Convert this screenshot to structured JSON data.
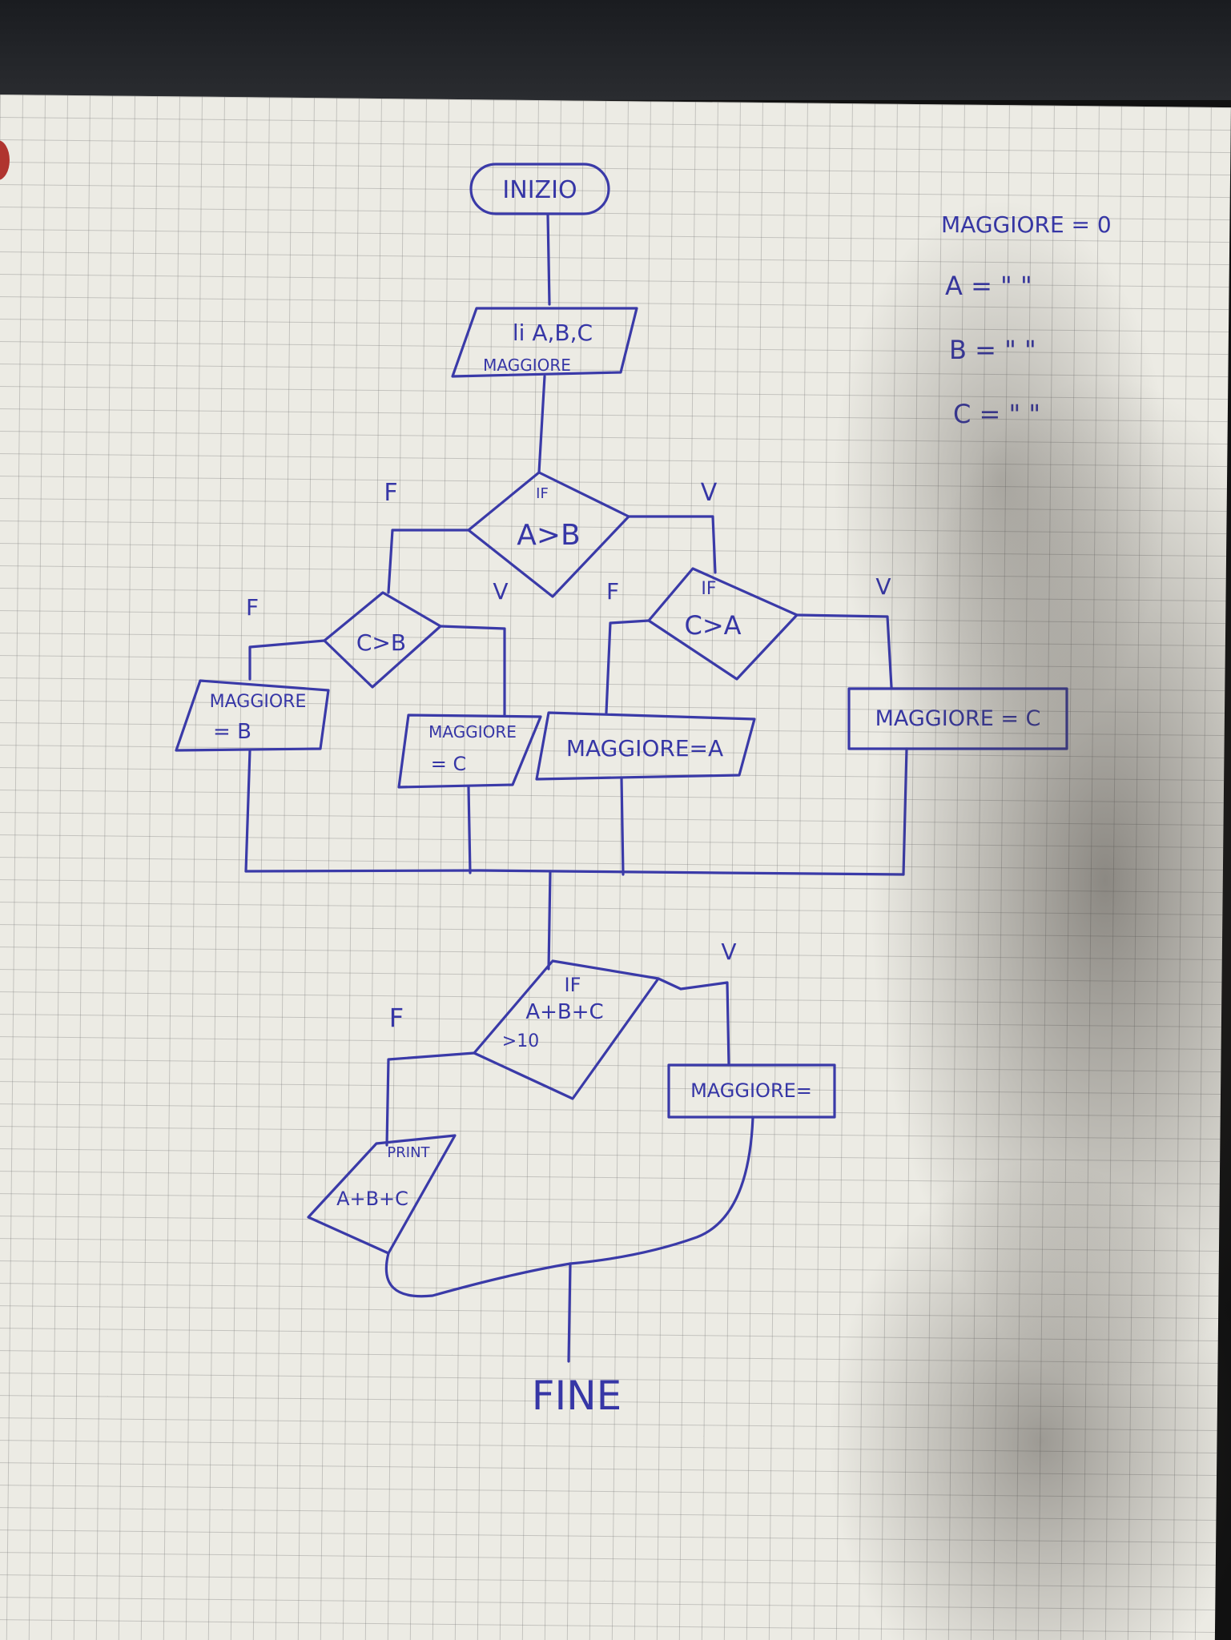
{
  "nodes": {
    "start": "INIZIO",
    "input_top": "li A,B,C",
    "input_bottom": "MAGGIORE",
    "d1_if": "IF",
    "d1_cond": "A>B",
    "d2_cond": "C>B",
    "d3_if": "IF",
    "d3_cond": "C>A",
    "p_b_1": "MAGGIORE",
    "p_b_2": "= B",
    "p_c_1": "MAGGIORE",
    "p_c_2": "= C",
    "p_a": "MAGGIORE=A",
    "p_c_right": "MAGGIORE = C",
    "d4_if": "IF",
    "d4_cond": "A+B+C",
    "d4_cond2": ">10",
    "p_maggiore": "MAGGIORE=",
    "print_1": "PRINT",
    "print_2": "A+B+C",
    "end": "FINE"
  },
  "labels": {
    "d1_false": "F",
    "d1_true": "V",
    "d2_false": "F",
    "d2_true": "V",
    "d3_false": "F",
    "d3_true": "V",
    "d4_false": "F",
    "d4_true": "V"
  },
  "notes": {
    "line1": "MAGGIORE = 0",
    "line2": "A = \" \"",
    "line3": "B = \" \"",
    "line4": "C = \" \""
  },
  "colors": {
    "ink": "#3a3aa8",
    "paper": "#ecebe4"
  }
}
